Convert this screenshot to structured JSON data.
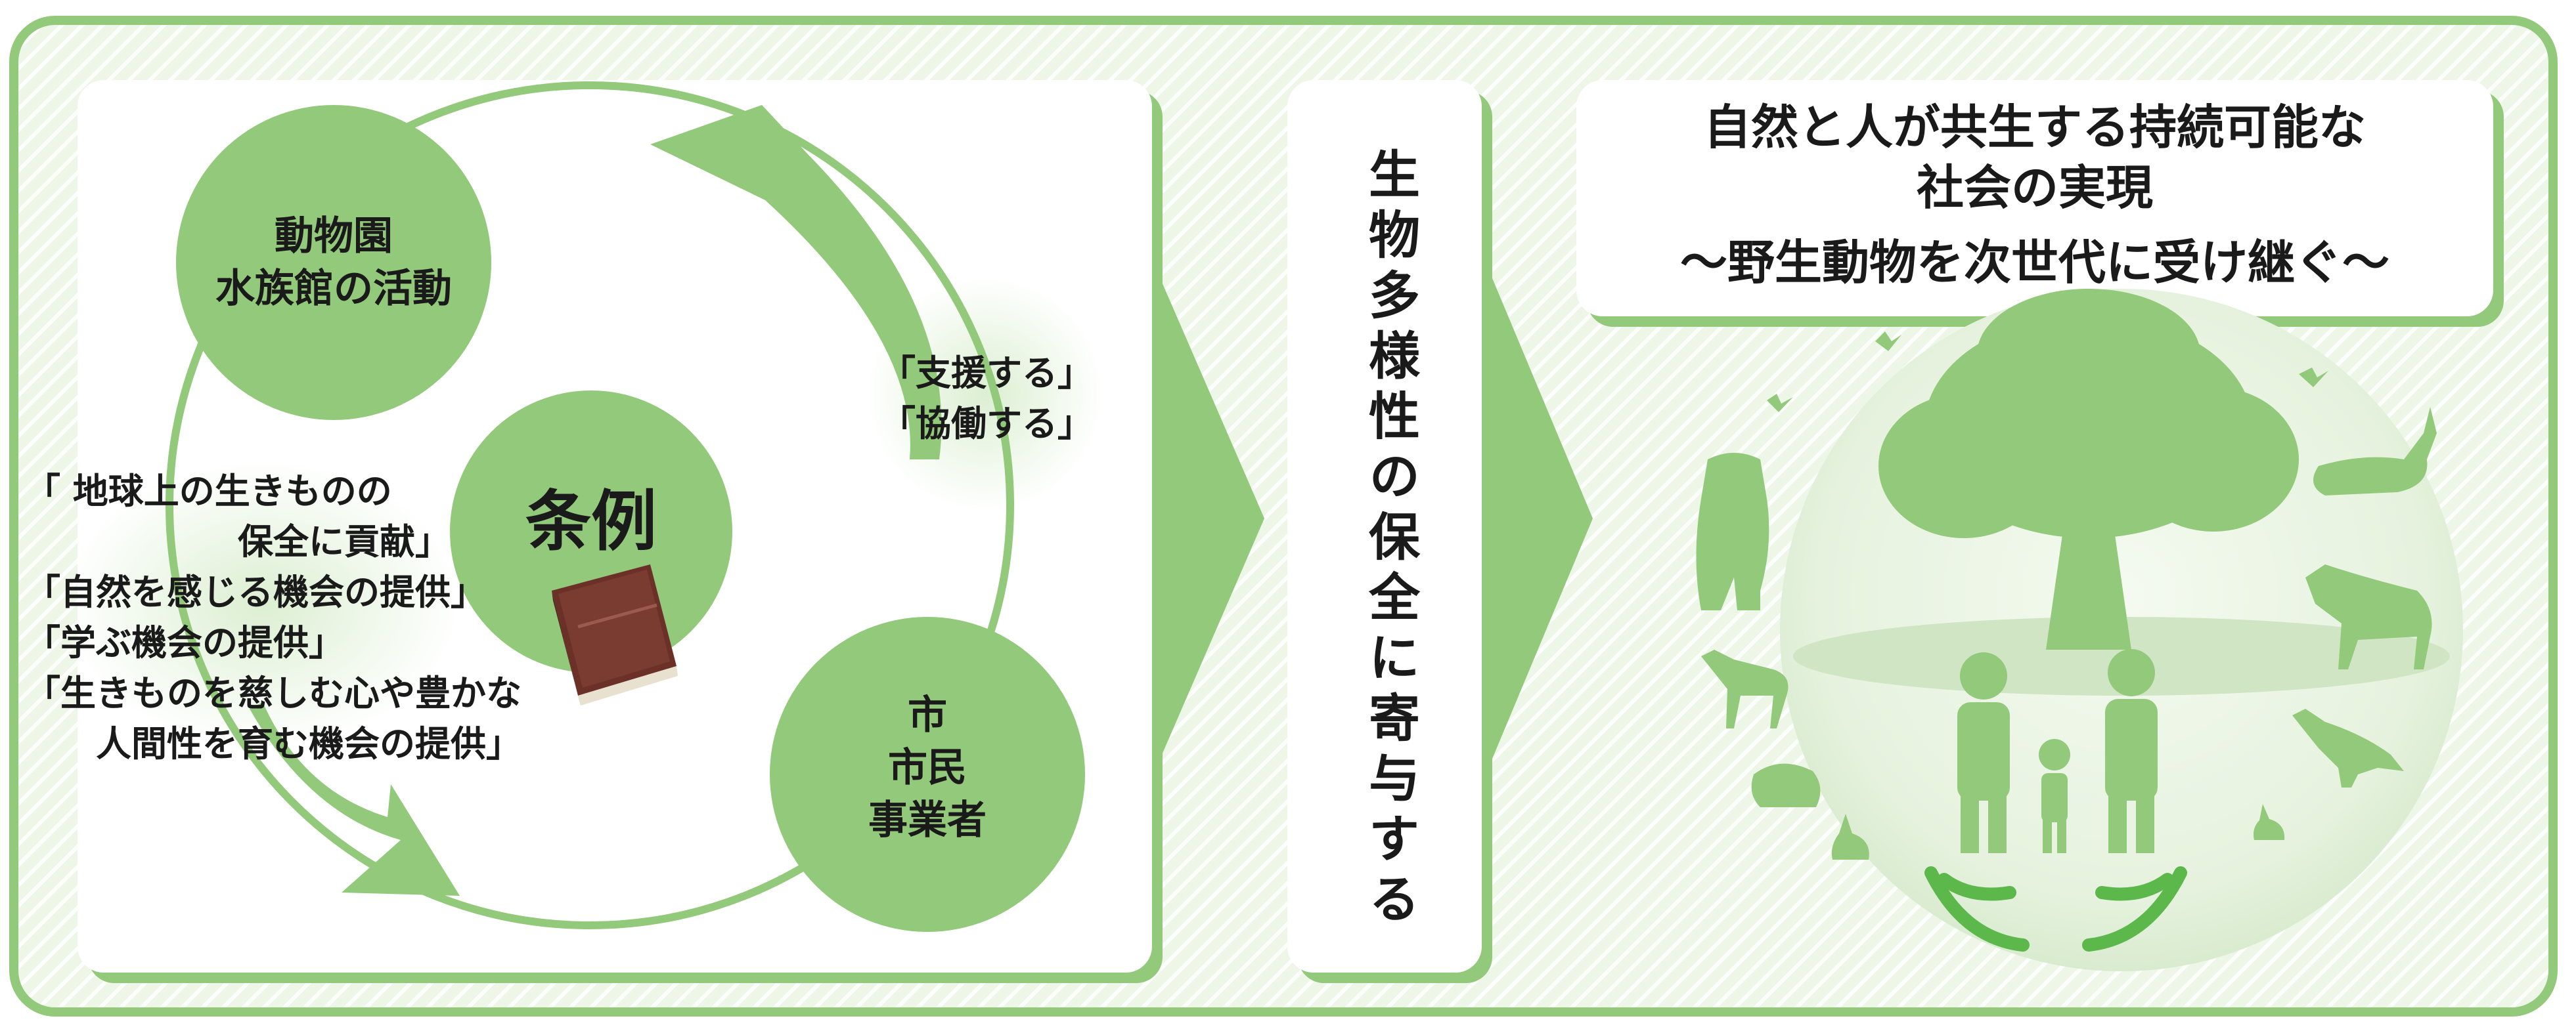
{
  "left_panel": {
    "node_zoo": {
      "line1": "動物園",
      "line2": "水族館の活動"
    },
    "node_ordinance": {
      "label": "条例"
    },
    "node_citizens": {
      "line1": "市",
      "line2": "市民",
      "line3": "事業者"
    },
    "support_text": {
      "line1": "「支援する」",
      "line2": "「協働する」"
    },
    "roles": [
      "「 地球上の生きものの",
      "　　　　　　保全に貢献」",
      "「自然を感じる機会の提供」",
      "「学ぶ機会の提供」",
      "「生きものを慈しむ心や豊かな",
      "　　人間性を育む機会の提供」"
    ]
  },
  "middle_panel": {
    "text": "生物多様性の保全に寄与する"
  },
  "right_panel": {
    "title_line1": "自然と人が共生する持続可能な",
    "title_line2": "社会の実現",
    "subtitle": "～野生動物を次世代に受け継ぐ～"
  },
  "colors": {
    "accent_green": "#93c97a",
    "light_green_bg": "#eef6e8",
    "silhouette_green": "#93c97a",
    "book_brown": "#7a3b31"
  },
  "icons": [
    "book-icon",
    "tree-icon",
    "family-icon",
    "hands-icon",
    "bear-icon",
    "deer-icon",
    "stag-icon",
    "horse-icon",
    "fox-icon",
    "raccoon-icon",
    "rabbit-icon",
    "bird-icon"
  ]
}
